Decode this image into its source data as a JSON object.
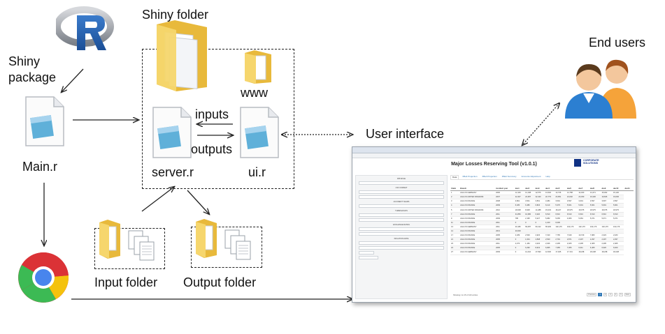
{
  "labels": {
    "shiny_package": "Shiny\npackage",
    "shiny_folder": "Shiny folder",
    "www": "www",
    "main_r": "Main.r",
    "inputs": "inputs",
    "outputs": "outputs",
    "server_r": "server.r",
    "ui_r": "ui.r",
    "user_interface": "User interface",
    "end_users": "End users",
    "input_folder": "Input folder",
    "output_folder": "Output folder"
  },
  "icons": {
    "r_logo": "r-logo-icon",
    "folder": "folder-icon",
    "script_file": "script-file-icon",
    "documents": "documents-icon",
    "browser": "chrome-browser-icon",
    "users": "users-icon"
  },
  "colors": {
    "folder": "#f2cf5a",
    "r_blue": "#2166ac",
    "user_blue": "#2c7fd1",
    "user_orange": "#f5a33a"
  },
  "app_screenshot": {
    "title": "Major Losses Reserving Tool (v1.0.1)",
    "logo_text": "CORPORATE SOLUTIONS",
    "tabs": [
      "Data",
      "ΣBelt Projection",
      "ΣBelt Projection",
      "ΣBelt Summary",
      "Accounts Adjustment",
      "Help"
    ],
    "sidebar_headers": [
      "PATHFILE",
      "CSV FORMAT",
      "ACCIDENT YEARS",
      "THRESHOLDS",
      "EXCHANGE RATES",
      "INFLATION RATE"
    ],
    "columns": [
      "Claim",
      "Branch",
      "Accident year",
      "dev1",
      "dev2",
      "dev3",
      "dev4",
      "dev5",
      "dev6",
      "dev7",
      "dev8",
      "dev9",
      "dev10",
      "dev11"
    ],
    "rows": [
      [
        "1",
        "AGA CS GERMANY",
        "2006",
        "12,100",
        "12,198",
        "12,576",
        "13,546",
        "13,746",
        "14,758",
        "14,020",
        "14,471",
        "15,002",
        "15,100"
      ],
      [
        "2",
        "AGA CS UNITED KINGDOM",
        "2007",
        "22,407",
        "24,387",
        "22,420",
        "22,779",
        "23,951",
        "24,002",
        "23,450",
        "19,330",
        "19,606",
        "19,606"
      ],
      [
        "3",
        "AGA CS FRANCE",
        "2008",
        "3,801",
        "3,501",
        "3,561",
        "3,484",
        "3,591",
        "3,597",
        "3,601",
        "3,597",
        "3,597",
        "3,597"
      ],
      [
        "4",
        "AGA CS FRANCE",
        "2009",
        "6,180",
        "6,480",
        "6,823",
        "6,110",
        "5,376",
        "5,601",
        "5,601",
        "5,601",
        "5,601",
        "5,601"
      ],
      [
        "5",
        "AGA CS UNITED KINGDOM",
        "2010",
        "18,008",
        "8,908",
        "14,488",
        "15,033",
        "18,247",
        "18,975",
        "18,975",
        "18,975",
        "18,975",
        "18,975"
      ],
      [
        "7",
        "AGA CS FRANCE",
        "2011",
        "31,850",
        "10,680",
        "6,320",
        "6,510",
        "6,510",
        "6,510",
        "6,510",
        "6,510",
        "6,510",
        "6,510"
      ],
      [
        "9",
        "AGA CS FRANCE",
        "2009",
        "786",
        "2,195",
        "5,227",
        "5,082",
        "5,065",
        "4,906",
        "5,081",
        "5,071",
        "5,071",
        "5,071"
      ],
      [
        "11",
        "AGA CS FRANCE",
        "2011",
        "0",
        "0",
        "0",
        "1,160",
        "6,006",
        "",
        "",
        "",
        "",
        ""
      ],
      [
        "13",
        "AGA CS GERMANY",
        "2011",
        "40,180",
        "69,087",
        "60,412",
        "65,939",
        "102,176",
        "102,176",
        "102,176",
        "102,176",
        "102,176",
        "102,176"
      ],
      [
        "14",
        "AGA CS FRANCE",
        "2013",
        "20,000",
        "",
        "",
        "",
        "",
        "",
        "",
        "",
        "",
        ""
      ],
      [
        "17",
        "AGA CS FRANCE",
        "2005",
        "2,189",
        "2,529",
        "2,923",
        "7,190",
        "7,765",
        "7,649",
        "10,729",
        "7,983",
        "2,323",
        "2,183"
      ],
      [
        "21",
        "AGA CS FRANCE",
        "2005",
        "0",
        "1,644",
        "2,848",
        "2,540",
        "2,791",
        "2,871",
        "2,297",
        "2,297",
        "2,297",
        "2,297"
      ],
      [
        "23",
        "AGA CS FRANCE",
        "2011",
        "2,373",
        "1,184",
        "2,023",
        "2,026",
        "2,405",
        "2,405",
        "2,405",
        "2,405",
        "2,405",
        "2,405"
      ],
      [
        "24",
        "AGA CS FRANCE",
        "2005",
        "0",
        "6,290",
        "8,419",
        "6,965",
        "7,365",
        "7,365",
        "6,011",
        "6,465",
        "6,620",
        "6,620"
      ],
      [
        "27",
        "AGA CS GERMANY",
        "2009",
        "0",
        "12,410",
        "17,690",
        "12,530",
        "17,405",
        "17,721",
        "18,238",
        "18,238",
        "18,238",
        "18,238"
      ]
    ],
    "footer_text": "Showing 1 to 15 of 123 entries",
    "pager": [
      "Previous",
      "1",
      "2",
      "3",
      "4",
      "5",
      "Next"
    ]
  }
}
